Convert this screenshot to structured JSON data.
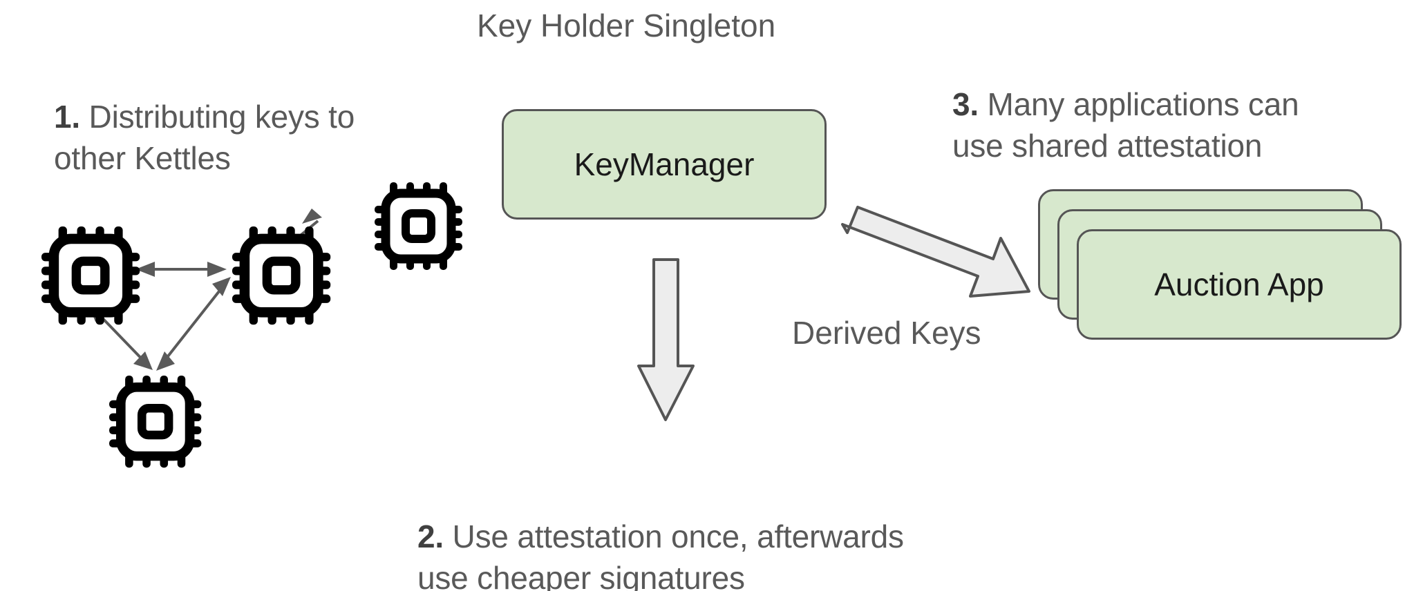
{
  "diagram": {
    "title": "Key Holder Singleton",
    "background_color": "#ffffff",
    "box_fill_color": "#d7e8cd",
    "box_stroke_color": "#555555",
    "arrow_fill_color": "#ededed",
    "arrow_stroke_color": "#555555",
    "text_color": "#595959"
  },
  "captions": {
    "step1": {
      "num": "1.",
      "text": " Distributing keys to\nother Kettles"
    },
    "step2": {
      "num": "2.",
      "text": " Use attestation once, afterwards\nuse cheaper signatures"
    },
    "step3": {
      "num": "3.",
      "text": " Many applications can\nuse shared attestation"
    }
  },
  "nodes": {
    "key_manager": {
      "label": "KeyManager"
    },
    "auction_app": {
      "label": "Auction App",
      "stack_count": 3
    }
  },
  "edges": {
    "derived_keys": {
      "label": "Derived Keys"
    }
  },
  "kettles": {
    "icon_name": "chip-icon",
    "count": 4,
    "items": [
      {
        "id": "kettle-left"
      },
      {
        "id": "kettle-center"
      },
      {
        "id": "kettle-top-right"
      },
      {
        "id": "kettle-bottom"
      }
    ],
    "links": [
      {
        "from": "kettle-left",
        "to": "kettle-center"
      },
      {
        "from": "kettle-center",
        "to": "kettle-top-right"
      },
      {
        "from": "kettle-left",
        "to": "kettle-bottom"
      },
      {
        "from": "kettle-bottom",
        "to": "kettle-center"
      }
    ]
  }
}
